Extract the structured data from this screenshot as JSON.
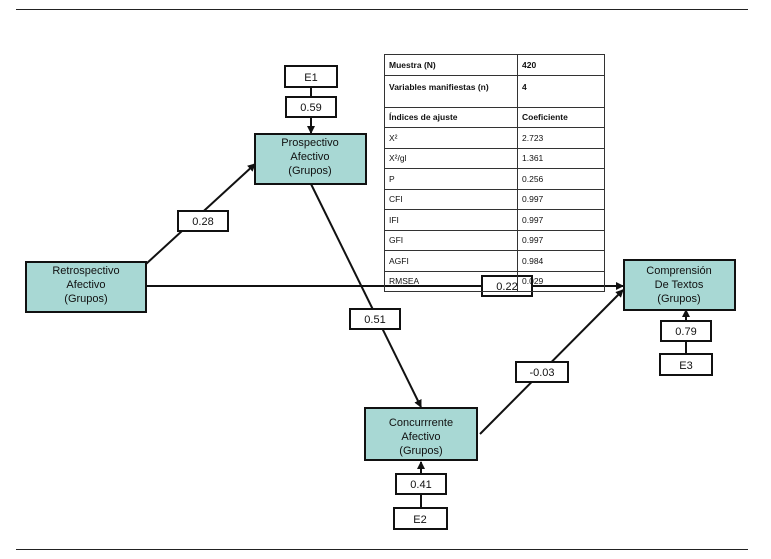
{
  "nodes": {
    "retro": [
      "Retrospectivo",
      "Afectivo",
      "(Grupos)"
    ],
    "prosp": [
      "Prospectivo",
      "Afectivo",
      "(Grupos)"
    ],
    "concurr": [
      "Concurrrente",
      "Afectivo",
      "(Grupos)"
    ],
    "compr": [
      "Comprensión",
      "De Textos",
      "(Grupos)"
    ]
  },
  "errors": {
    "e1": "E1",
    "e2": "E2",
    "e3": "E3"
  },
  "coefficients": {
    "retro_to_prosp": "0.28",
    "retro_to_compr": "0.22",
    "prosp_to_concurr": "0.51",
    "concurr_to_compr": "-0.03",
    "e1_to_prosp": "0.59",
    "e2_to_concurr": "0.41",
    "e3_to_compr": "0.79"
  },
  "fit_table": {
    "rows": [
      {
        "label": "Muestra (N)",
        "value": "420",
        "bold": true
      },
      {
        "label": "Variables manifiestas (n)",
        "value": "4",
        "bold": true,
        "tall": true
      },
      {
        "label": "Índices de ajuste",
        "value": "Coeficiente",
        "bold": true
      },
      {
        "label": "X²",
        "value": "2.723"
      },
      {
        "label": "X²/gl",
        "value": "1.361"
      },
      {
        "label": "P",
        "value": "0.256"
      },
      {
        "label": "CFI",
        "value": "0.997"
      },
      {
        "label": "IFI",
        "value": "0.997"
      },
      {
        "label": "GFI",
        "value": "0.997"
      },
      {
        "label": "AGFI",
        "value": "0.984"
      },
      {
        "label": "RMSEA",
        "value": "0.029"
      }
    ]
  },
  "colors": {
    "latent_fill": "#a8d8d4",
    "stroke": "#111111"
  }
}
